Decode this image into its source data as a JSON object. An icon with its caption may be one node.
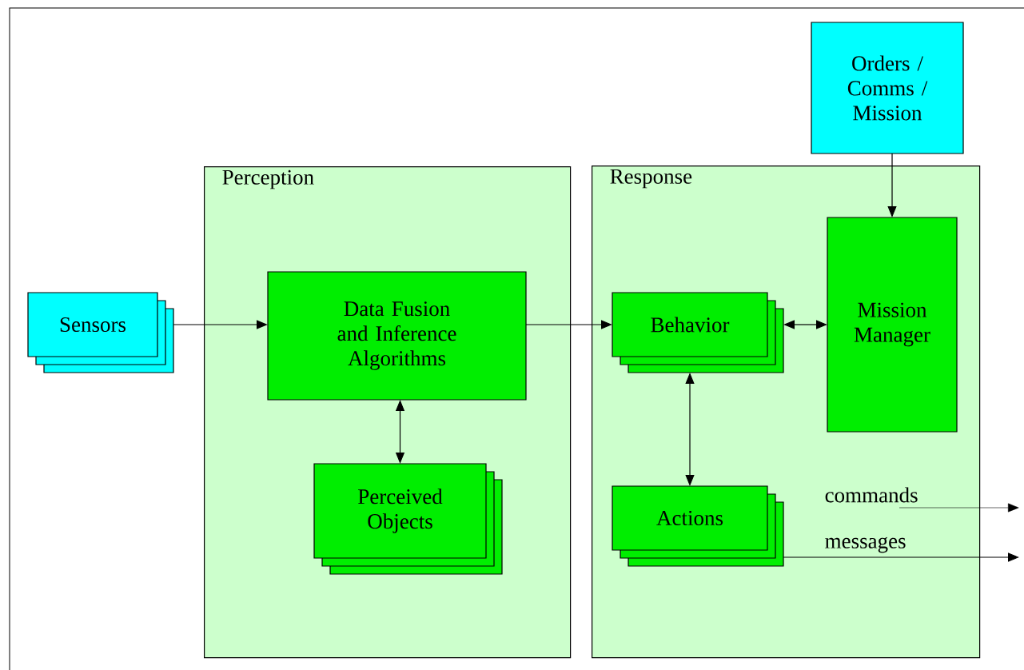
{
  "diagram": {
    "nodes": [
      {
        "text": [
          "Orders / Comms / Mission"
        ]
      },
      {
        "text": [
          "Sensors"
        ]
      },
      {
        "text": [
          "Perception"
        ]
      },
      {
        "text": [
          "Data Fusion and Inference Algorithms"
        ],
        "in": 2
      },
      {
        "text": [
          "Perceived Objects"
        ],
        "in": 2
      },
      {
        "text": [
          "Response"
        ]
      },
      {
        "text": [
          "Behavior"
        ],
        "in": 5
      },
      {
        "text": [
          "Mission Manager"
        ],
        "in": 5
      },
      {
        "text": [
          "Actions"
        ],
        "in": 5
      }
    ],
    "edges": [
      {
        "from": 1,
        "to": 3,
        "arrow": "to"
      },
      {
        "from": 3,
        "to": 6,
        "arrow": "to"
      },
      {
        "from": 3,
        "to": 4,
        "arrow": "both"
      },
      {
        "from": 0,
        "to": 7,
        "arrow": "to"
      },
      {
        "from": 6,
        "to": 7,
        "arrow": "both"
      },
      {
        "from": 6,
        "to": 8,
        "arrow": "both"
      },
      {
        "from": 8,
        "to": null,
        "arrow": "to",
        "label": "messages"
      }
    ],
    "labels": [
      "commands"
    ]
  }
}
